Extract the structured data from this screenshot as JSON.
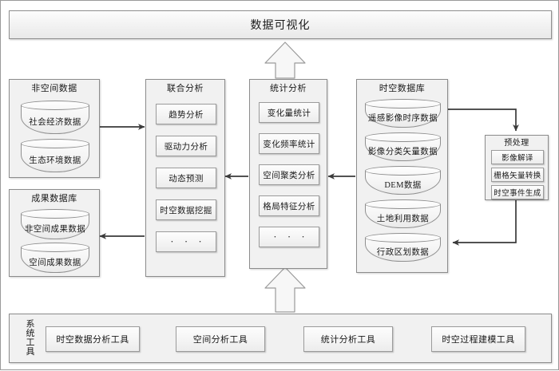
{
  "diagram": {
    "title_banner": "数据可视化",
    "system_tools_label": "系统工具",
    "panels": {
      "nonspatial": {
        "title": "非空间数据",
        "items": [
          "社会经济数据",
          "生态环境数据"
        ]
      },
      "results_db": {
        "title": "成果数据库",
        "items": [
          "非空间成果数据",
          "空间成果数据"
        ]
      },
      "joint_analysis": {
        "title": "联合分析",
        "items": [
          "趋势分析",
          "驱动力分析",
          "动态预测",
          "时空数据挖掘",
          "· · ·"
        ]
      },
      "statistical_analysis": {
        "title": "统计分析",
        "items": [
          "变化量统计",
          "变化频率统计",
          "空间聚类分析",
          "格局特征分析",
          "· · ·"
        ]
      },
      "spatiotemporal_db": {
        "title": "时空数据库",
        "items": [
          "遥感影像时序数据",
          "影像分类矢量数据",
          "DEM数据",
          "土地利用数据",
          "行政区划数据"
        ]
      },
      "preprocessing": {
        "title": "预处理",
        "items": [
          "影像解译",
          "栅格矢量转换",
          "时空事件生成"
        ]
      }
    },
    "system_tools": [
      "时空数据分析工具",
      "空间分析工具",
      "统计分析工具",
      "时空过程建模工具"
    ],
    "colors": {
      "panel_fill": "#f1f1f1",
      "panel_border": "#8c8c8c",
      "box_border": "#9b9b9b",
      "wire": "#3a3a3a",
      "block_arrow_fill": "#f7f7f7",
      "canvas_border": "#9a9a9a"
    }
  }
}
